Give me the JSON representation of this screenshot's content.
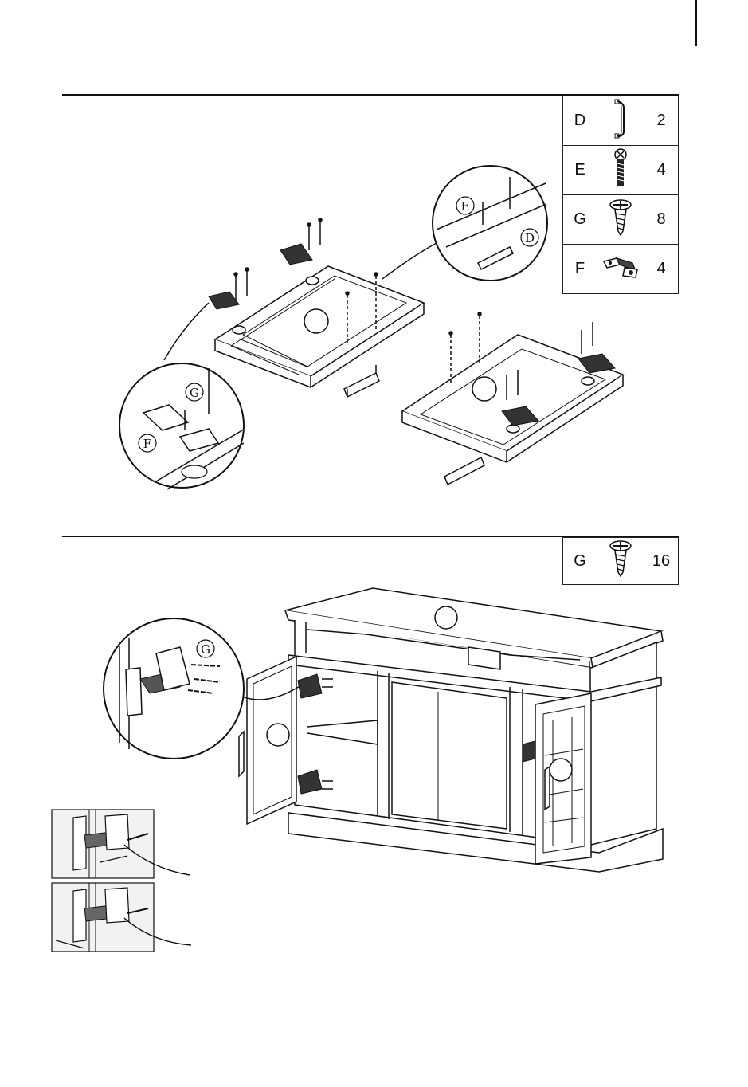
{
  "step1": {
    "parts": [
      {
        "letter": "D",
        "icon": "door-handle-icon",
        "qty": "2"
      },
      {
        "letter": "E",
        "icon": "handle-screw-icon",
        "qty": "4"
      },
      {
        "letter": "G",
        "icon": "wood-screw-icon",
        "qty": "8"
      },
      {
        "letter": "F",
        "icon": "hinge-icon",
        "qty": "4"
      }
    ],
    "callout_labels": {
      "e": "E",
      "d": "D",
      "g": "G",
      "f": "F"
    }
  },
  "step2": {
    "parts": [
      {
        "letter": "G",
        "icon": "wood-screw-icon",
        "qty": "16"
      }
    ],
    "callout_labels": {
      "g": "G"
    }
  }
}
